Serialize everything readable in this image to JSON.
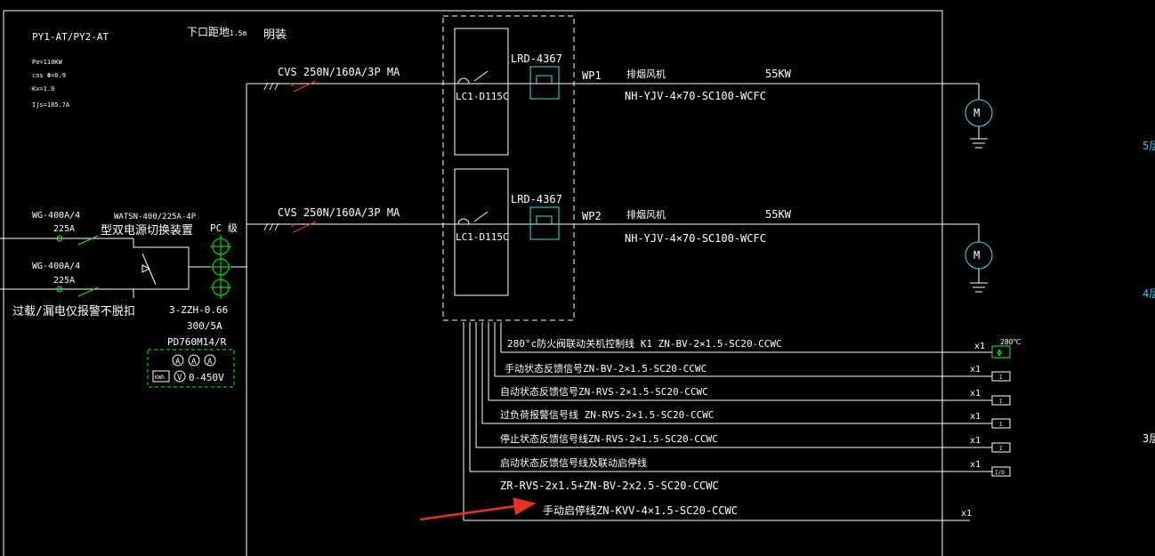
{
  "title": {
    "panel_id": "PY1-AT/PY2-AT",
    "mount_height": "下口距地",
    "mount_height_unit": "1.5m",
    "install_type": "明装"
  },
  "params": [
    "Pe=110KW",
    "cos  Φ=0.9",
    "Kx=1.0",
    "Ijs=185.7A"
  ],
  "incoming": {
    "switch1": "WG-400A/4",
    "switch1_rating": "225A",
    "switch2": "WG-400A/4",
    "switch2_rating": "225A",
    "ats_model": "WATSN-400/225A-4P",
    "ats_label": "型双电源切换装置",
    "alarm_note": "过载/漏电仅报警不脱扣",
    "pc_label": "PC 级",
    "ct_model": "3-ZZH-0.66",
    "ct_ratio": "300/5A",
    "meter_model": "PD760M14/R",
    "meter_a": "A",
    "meter_v": "V",
    "meter_kwh": "KWh",
    "meter_range": "0-450V"
  },
  "branches": [
    {
      "breaker": "CVS 250N/160A/3P MA",
      "contactor": "LC1-D115C",
      "relay": "LRD-4367",
      "circuit": "WP1",
      "load": "排烟风机",
      "power": "55KW",
      "cable": "NH-YJV-4×70-SC100-WCFC",
      "motor_symbol": "M"
    },
    {
      "breaker": "CVS 250N/160A/3P MA",
      "contactor": "LC1-D115C",
      "relay": "LRD-4367",
      "circuit": "WP2",
      "load": "排烟风机",
      "power": "55KW",
      "cable": "NH-YJV-4×70-SC100-WCFC",
      "motor_symbol": "M"
    }
  ],
  "control_lines": [
    {
      "label": "280°c防火阀联动关机控制线  K1   ZN-BV-2×1.5-SC20-CCWC",
      "qty": "x1",
      "symbol": "Φ",
      "note": "280℃"
    },
    {
      "label": "手动状态反馈信号ZN-BV-2×1.5-SC20-CCWC",
      "qty": "x1",
      "symbol": "I"
    },
    {
      "label": "自动状态反馈信号ZN-RVS-2×1.5-SC20-CCWC",
      "qty": "x1",
      "symbol": "I"
    },
    {
      "label": "过负荷报警信号线 ZN-RVS-2×1.5-SC20-CCWC",
      "qty": "x1",
      "symbol": "I"
    },
    {
      "label": "停止状态反馈信号线ZN-RVS-2×1.5-SC20-CCWC",
      "qty": "x1",
      "symbol": "I"
    },
    {
      "label": "启动状态反馈信号线及联动启停线",
      "qty": "x1",
      "symbol": "I/O"
    }
  ],
  "summary_cable": "ZR-RVS-2x1.5+ZN-BV-2x2.5-SC20-CCWC",
  "manual_line": {
    "label": "手动启停线ZN-KVV-4×1.5-SC20-CCWC",
    "qty": "x1"
  },
  "edge_labels": [
    "5层",
    "4层",
    "3层"
  ]
}
